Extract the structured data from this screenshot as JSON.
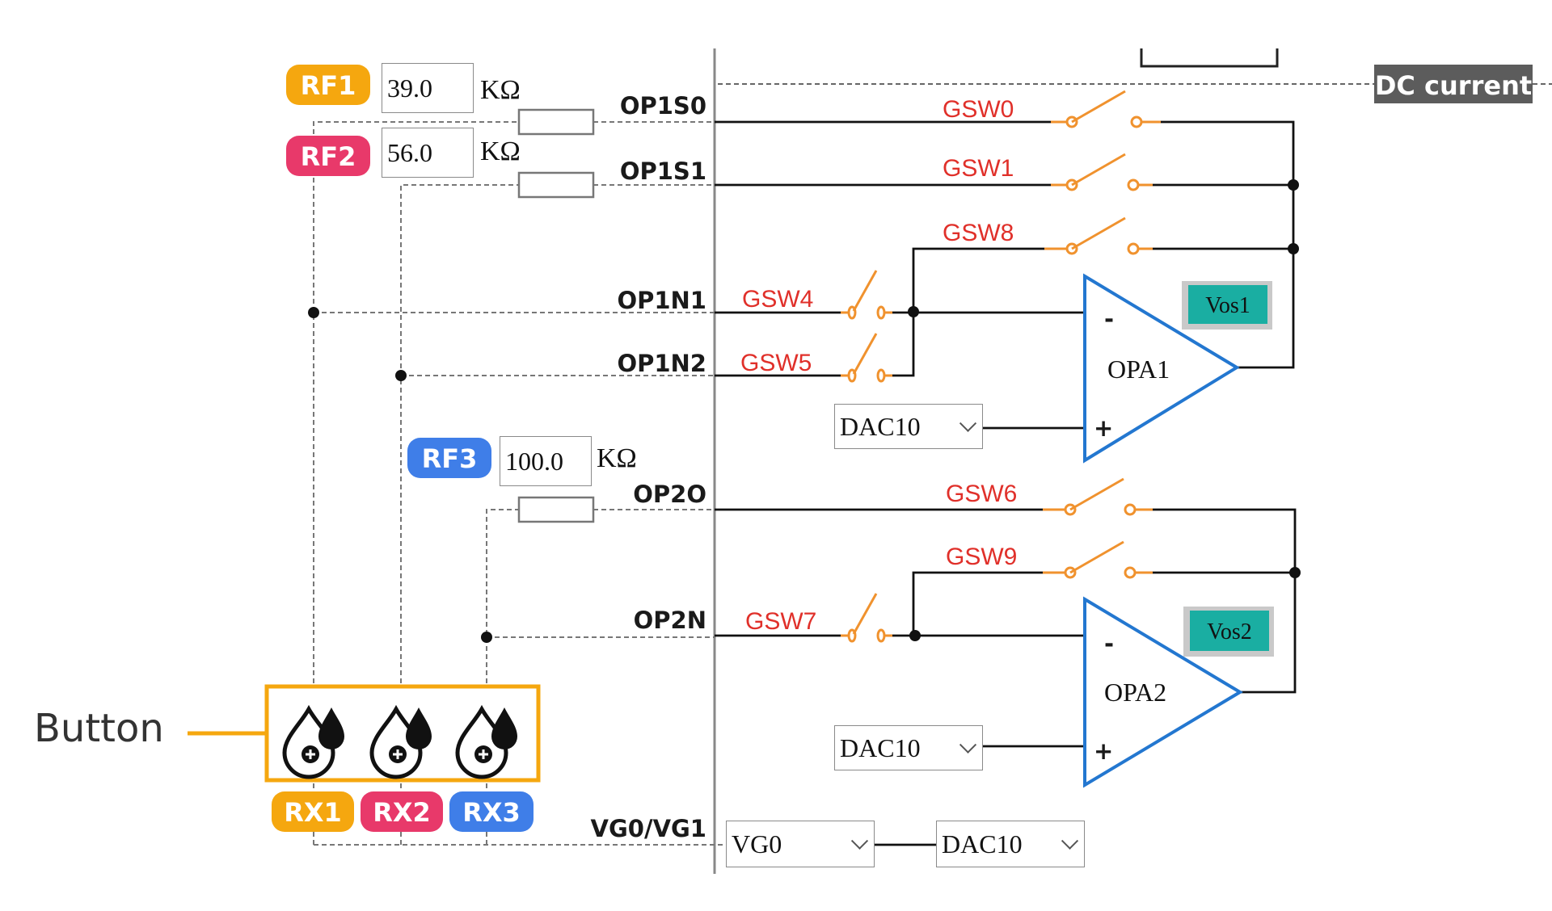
{
  "resistors": {
    "rf1": {
      "tag": "RF1",
      "value": "39.0",
      "unit": "KΩ"
    },
    "rf2": {
      "tag": "RF2",
      "value": "56.0",
      "unit": "KΩ"
    },
    "rf3": {
      "tag": "RF3",
      "value": "100.0",
      "unit": "KΩ"
    }
  },
  "signals": {
    "op1s0": "OP1S0",
    "op1s1": "OP1S1",
    "op1n1": "OP1N1",
    "op1n2": "OP1N2",
    "op2o": "OP2O",
    "op2n": "OP2N",
    "vg": "VG0/VG1"
  },
  "switches": {
    "gsw0": "GSW0",
    "gsw1": "GSW1",
    "gsw8": "GSW8",
    "gsw4": "GSW4",
    "gsw5": "GSW5",
    "gsw6": "GSW6",
    "gsw9": "GSW9",
    "gsw7": "GSW7"
  },
  "amps": {
    "opa1": {
      "label": "OPA1",
      "vos": "Vos1",
      "minus": "-",
      "plus": "+"
    },
    "opa2": {
      "label": "OPA2",
      "vos": "Vos2",
      "minus": "-",
      "plus": "+"
    }
  },
  "dropdowns": {
    "opa1_dac": "DAC10",
    "opa2_dac": "DAC10",
    "vg_select": "VG0",
    "vg_dac": "DAC10"
  },
  "dc_current": "DC current",
  "callout": "Button",
  "rx": {
    "rx1": "RX1",
    "rx2": "RX2",
    "rx3": "RX3"
  },
  "icons": [
    "drop-plus-icon",
    "drop-plus-icon",
    "drop-plus-icon"
  ],
  "colors": {
    "rf1": "#f5a70f",
    "rf2": "#e8396a",
    "rf3": "#3f7ee8",
    "switch": "#f0922e",
    "amp": "#2377d0",
    "vos": "#1aaea2",
    "highlight": "#f5a70f"
  }
}
